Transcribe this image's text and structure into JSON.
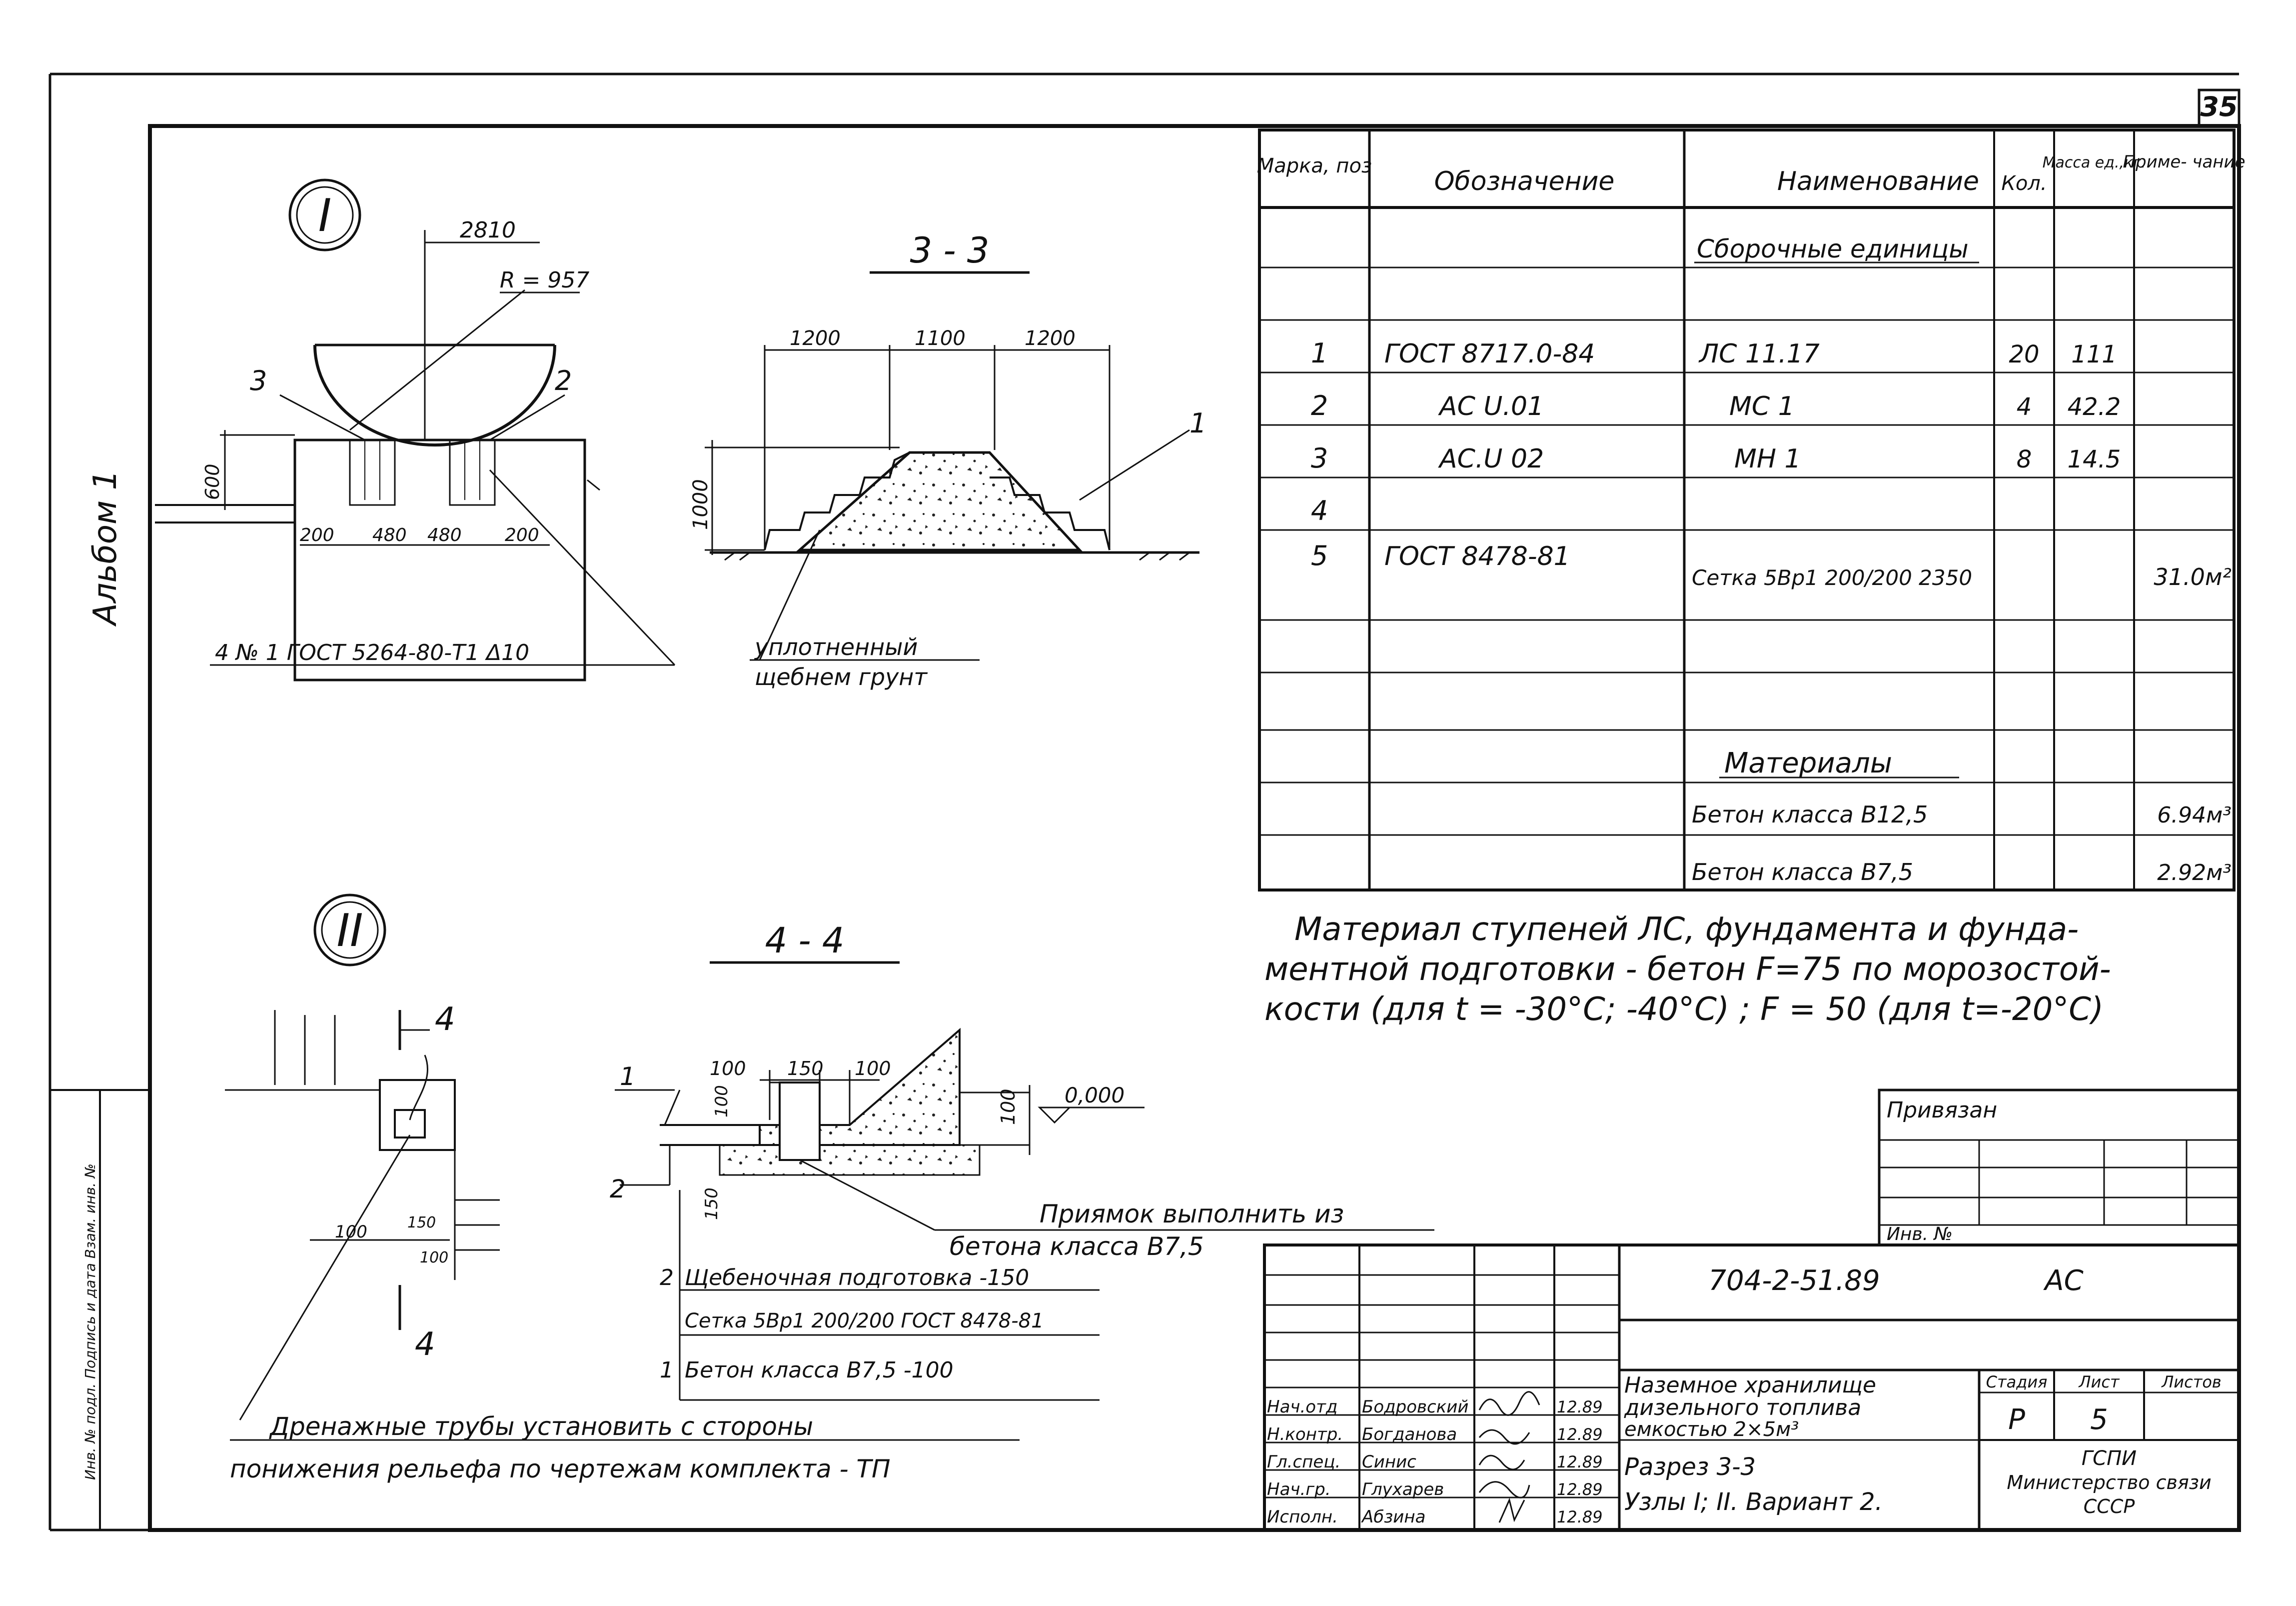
{
  "sheet": {
    "page_number": "35",
    "album_label": "Альбом 1",
    "side_stamp": "Инв. № подл.   Подпись и дата   Взам. инв. №"
  },
  "spec_table": {
    "headers": [
      "Марка, поз",
      "Обозначение",
      "Наименование",
      "Кол.",
      "Масса ед.,кг.",
      "Приме- чание"
    ],
    "section_assembly": "Сборочные единицы",
    "rows": [
      {
        "pos": "1",
        "designation": "ГОСТ 8717.0-84",
        "name": "ЛС 11.17",
        "qty": "20",
        "mass": "111",
        "note": ""
      },
      {
        "pos": "2",
        "designation": "АС U.01",
        "name": "МС 1",
        "qty": "4",
        "mass": "42.2",
        "note": ""
      },
      {
        "pos": "3",
        "designation": "АС.U 02",
        "name": "МН 1",
        "qty": "8",
        "mass": "14.5",
        "note": ""
      },
      {
        "pos": "4",
        "designation": "",
        "name": "",
        "qty": "",
        "mass": "",
        "note": ""
      },
      {
        "pos": "5",
        "designation": "ГОСТ 8478-81",
        "name": "Сетка 5Вр1 200/200 2350",
        "qty": "",
        "mass": "",
        "note": "31.0м²"
      }
    ],
    "section_materials": "Материалы",
    "materials": [
      {
        "name": "Бетон класса В12,5",
        "note": "6.94м³"
      },
      {
        "name": "Бетон класса В7,5",
        "note": "2.92м³"
      }
    ]
  },
  "material_note": {
    "line1": "Материал ступеней ЛС, фундамента и фунда-",
    "line2": "ментной подготовки - бетон F=75 по морозостой-",
    "line3": "кости (для t = -30°С; -40°С) ; F = 50 (для t=-20°С)"
  },
  "node1": {
    "marker": "I",
    "dim_width": "2810",
    "dim_radius": "R = 957",
    "callout_left": "3",
    "callout_right": "2",
    "dim_height": "600",
    "dims_bottom": [
      "200",
      "480",
      "480",
      "200"
    ],
    "bolt_note": "4 № 1 ГОСТ 5264-80-Т1 Δ10"
  },
  "section33": {
    "title": "3 - 3",
    "dims_top": [
      "1200",
      "1100",
      "1200"
    ],
    "dim_height": "1000",
    "callout": "1",
    "ground_note_line1": "уплотненный",
    "ground_note_line2": "щебнем грунт"
  },
  "node2": {
    "marker": "II",
    "cut_label_top": "4",
    "cut_label_bottom": "4",
    "dims": [
      "100",
      "150",
      "100"
    ],
    "drain_note_line1": "Дренажные трубы установить с стороны",
    "drain_note_line2": "понижения рельефа по чертежам комплекта - ТП"
  },
  "section44": {
    "title": "4 - 4",
    "dims_top": [
      "100",
      "150",
      "100"
    ],
    "dims_side": [
      "100",
      "150"
    ],
    "dim_right": "100",
    "level_mark": "0,000",
    "callout_1": "1",
    "callout_2": "2",
    "pit_note_line1": "Приямок выполнить из",
    "pit_note_line2": "бетона класса В7,5",
    "layer_2_label": "2",
    "layer_2_text": "Щебеночная подготовка -150",
    "layer_mesh_text": "Сетка 5Вр1 200/200 ГОСТ 8478-81",
    "layer_1_label": "1",
    "layer_1_text": "Бетон класса В7,5 -100"
  },
  "title_block": {
    "attached_label": "Привязан",
    "inv_label": "Инв. №",
    "doc_code": "704-2-51.89",
    "doc_mark": "АС",
    "staff_roles": [
      "Нач.отд",
      "Н.контр.",
      "Гл.спец.",
      "Нач.гр.",
      "Исполн."
    ],
    "staff_names": [
      "Бодровский",
      "Богданова",
      "Синис",
      "Глухарев",
      "Абзина"
    ],
    "staff_dates": [
      "12.89",
      "12.89",
      "12.89",
      "12.89",
      "12.89"
    ],
    "object_title_line1": "Наземное хранилище",
    "object_title_line2": "дизельного топлива",
    "object_title_line3": "емкостью 2×5м³",
    "sheet_title_line1": "Разрез 3-3",
    "sheet_title_line2": "Узлы I; II. Вариант 2.",
    "stage_header": "Стадия",
    "sheet_header": "Лист",
    "sheets_header": "Листов",
    "stage": "Р",
    "sheet_no": "5",
    "org_line1": "ГСПИ",
    "org_line2": "Министерство связи",
    "org_line3": "СССР"
  }
}
